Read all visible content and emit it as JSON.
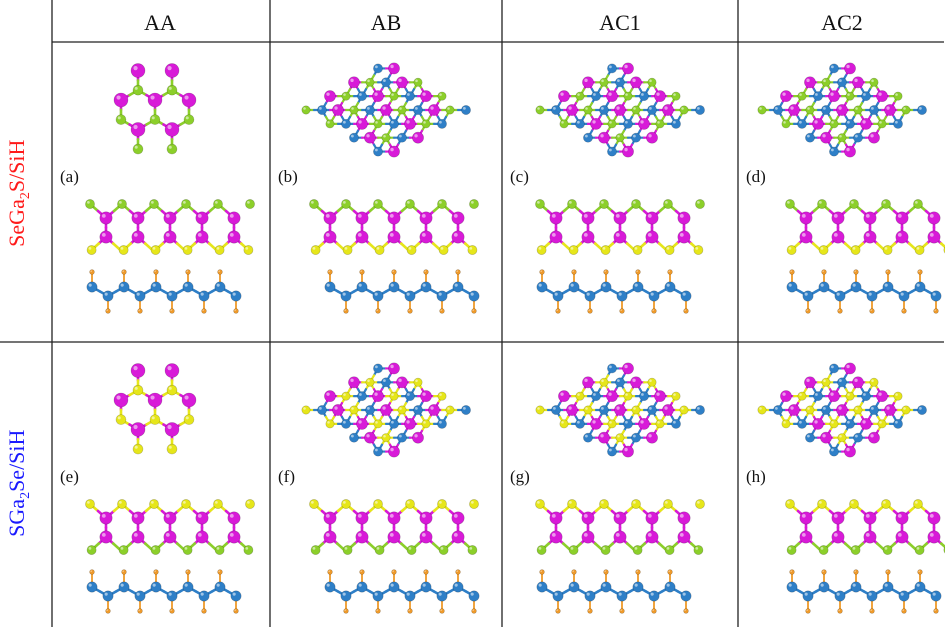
{
  "columns": [
    "AA",
    "AB",
    "AC1",
    "AC2"
  ],
  "rows": [
    {
      "pre": "SeGa",
      "sub": "2",
      "post": "S/SiH",
      "color": "#ff1a1a"
    },
    {
      "pre": "SGa",
      "sub": "2",
      "post": "Se/SiH",
      "color": "#1a1aff"
    }
  ],
  "panel_labels": [
    "(a)",
    "(b)",
    "(c)",
    "(d)",
    "(e)",
    "(f)",
    "(g)",
    "(h)"
  ],
  "atom_colors": {
    "ga": "#d81ad8",
    "se": "#8ccf2a",
    "s": "#e6e61a",
    "si": "#2e7fc7",
    "h": "#ef9a2a"
  }
}
